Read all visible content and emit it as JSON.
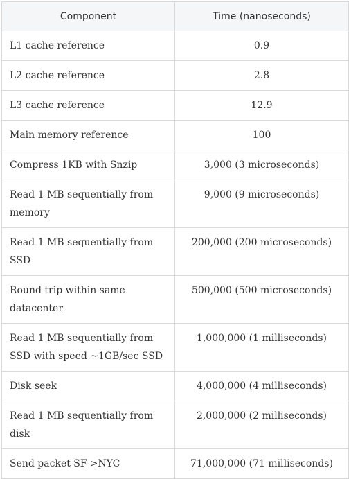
{
  "table": {
    "headers": {
      "component": "Component",
      "time": "Time (nanoseconds)"
    },
    "rows": [
      {
        "component": "L1 cache reference",
        "time": "0.9",
        "lines": 1
      },
      {
        "component": "L2 cache reference",
        "time": "2.8",
        "lines": 1
      },
      {
        "component": "L3 cache reference",
        "time": "12.9",
        "lines": 1
      },
      {
        "component": "Main memory reference",
        "time": "100",
        "lines": 1
      },
      {
        "component": "Compress 1KB with Snzip",
        "time": "3,000 (3 microseconds)",
        "lines": 1
      },
      {
        "component": "Read 1 MB sequentially from memory",
        "time": "9,000 (9 microseconds)",
        "lines": 2
      },
      {
        "component": "Read 1 MB sequentially from SSD",
        "time": "200,000 (200 microseconds)",
        "lines": 2
      },
      {
        "component": "Round trip within same datacenter",
        "time": "500,000 (500 microseconds)",
        "lines": 2
      },
      {
        "component": "Read 1 MB sequentially from SSD with speed ~1GB/sec SSD",
        "time": "1,000,000 (1 milliseconds)",
        "lines": 2
      },
      {
        "component": "Disk seek",
        "time": "4,000,000 (4 milliseconds)",
        "lines": 1
      },
      {
        "component": "Read 1 MB sequentially from disk",
        "time": "2,000,000 (2 milliseconds)",
        "lines": 2
      },
      {
        "component": "Send packet SF->NYC",
        "time": "71,000,000 (71 milliseconds)",
        "lines": 1
      }
    ]
  }
}
